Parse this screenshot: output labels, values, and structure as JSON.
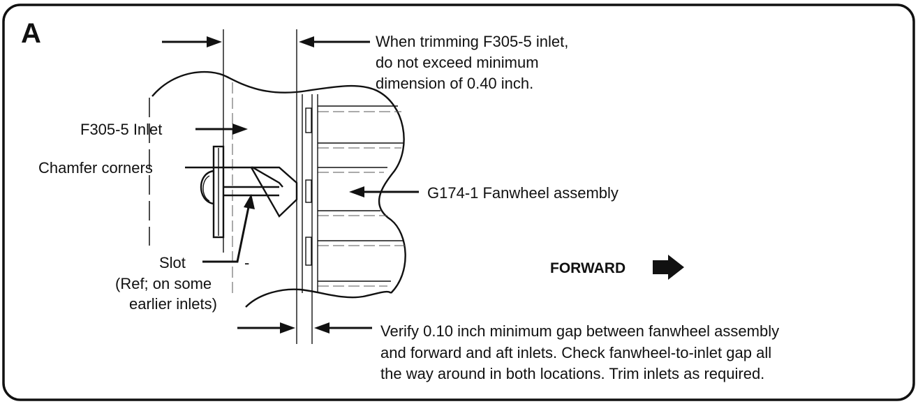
{
  "panel_label": "A",
  "callouts": {
    "trim_note": [
      "When trimming F305-5 inlet,",
      "do not exceed minimum",
      "dimension of 0.40 inch."
    ],
    "inlet": "F305-5 Inlet",
    "chamfer": "Chamfer corners",
    "fanwheel": "G174-1 Fanwheel assembly",
    "slot": "Slot",
    "slot_dash": "-",
    "slot_ref": [
      "(Ref; on some",
      "earlier inlets)"
    ],
    "forward": "FORWARD",
    "gap_note": [
      "Verify 0.10 inch minimum gap between fanwheel assembly",
      "and forward and aft inlets.  Check fanwheel-to-inlet gap all",
      "the way around in both locations. Trim inlets as required."
    ]
  }
}
